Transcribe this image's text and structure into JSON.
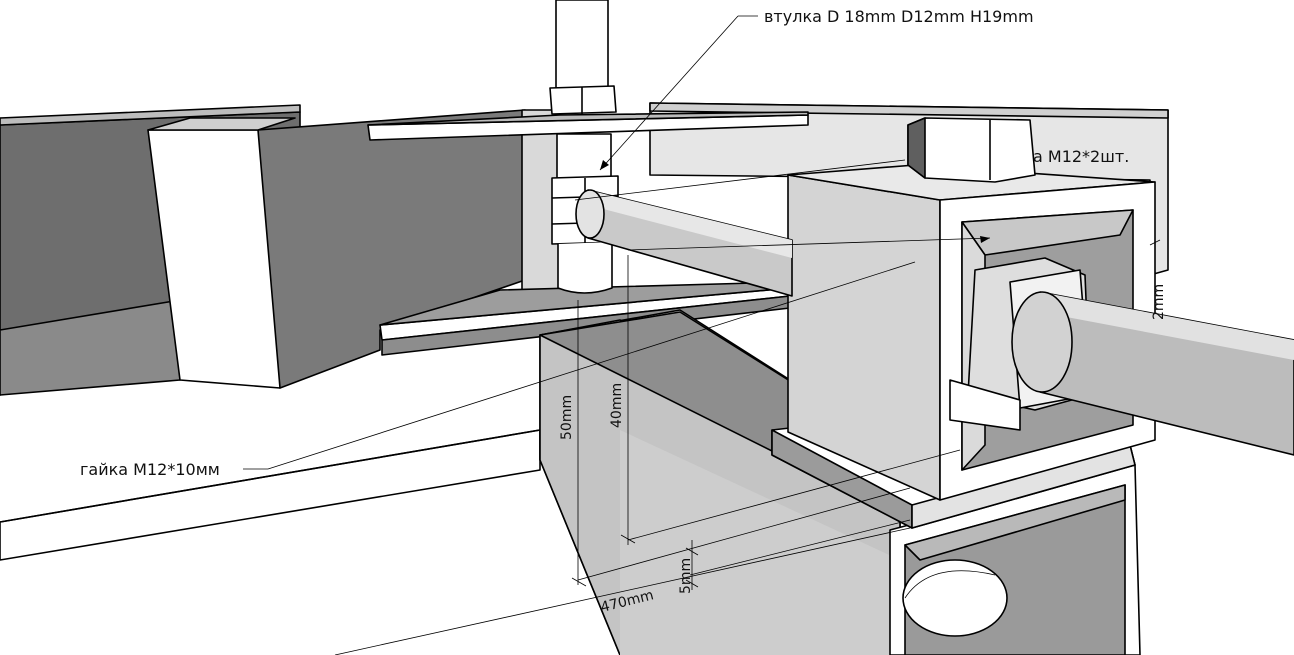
{
  "callouts": {
    "bushing": "втулка D 18mm D12mm  H19mm",
    "nut_top": "а М12*2шт.",
    "nut_left": "гайка М12*10мм"
  },
  "dimensions": {
    "height_50": "50mm",
    "height_40": "40mm",
    "length_470": "470mm",
    "thickness_5": "5mm",
    "side_cut": "2mm"
  }
}
